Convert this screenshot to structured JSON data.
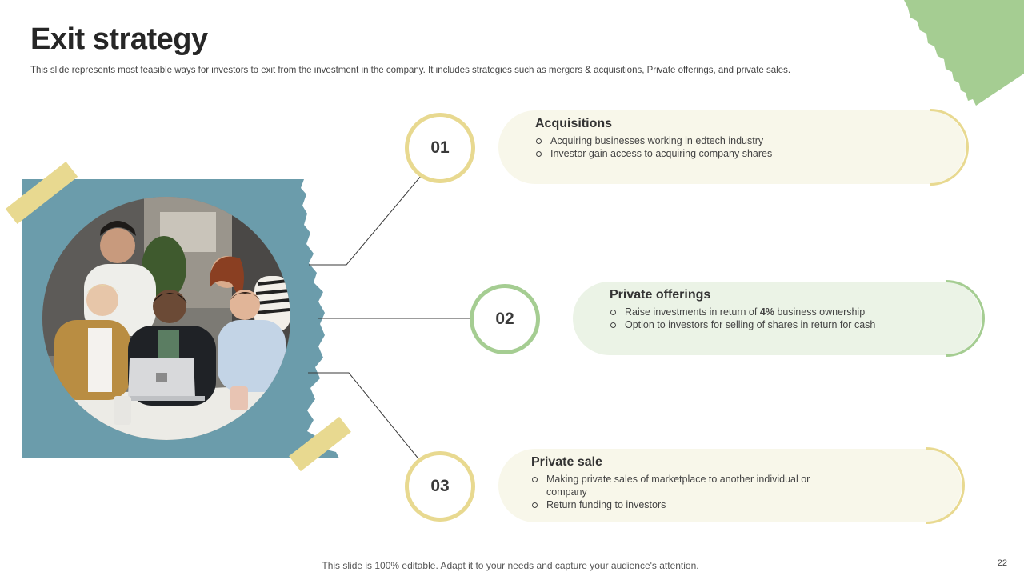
{
  "header": {
    "title": "Exit strategy",
    "subtitle": "This slide represents most feasible ways for investors to exit from the investment in the company. It includes strategies such as mergers & acquisitions, Private offerings, and private sales."
  },
  "colors": {
    "yellow_accent": "#e8d990",
    "green_accent": "#a5cd92",
    "photo_backdrop": "#6b9cab",
    "yellow_card": "#f8f7ea",
    "green_card": "#ebf3e6"
  },
  "steps": [
    {
      "number": "01",
      "title": "Acquisitions",
      "bullets": [
        "Acquiring businesses working in edtech industry",
        "Investor  gain access to acquiring company shares"
      ]
    },
    {
      "number": "02",
      "title": "Private offerings",
      "bullets": [
        "Raise investments in return of 4% business ownership",
        "Option to investors for selling of shares in return for cash"
      ]
    },
    {
      "number": "03",
      "title": "Private sale",
      "bullets": [
        "Making private  sales of marketplace to another individual  or company",
        "Return funding to investors"
      ]
    }
  ],
  "footer": {
    "note": "This slide is 100% editable. Adapt it to your needs and capture your audience's attention.",
    "page_number": "22"
  }
}
